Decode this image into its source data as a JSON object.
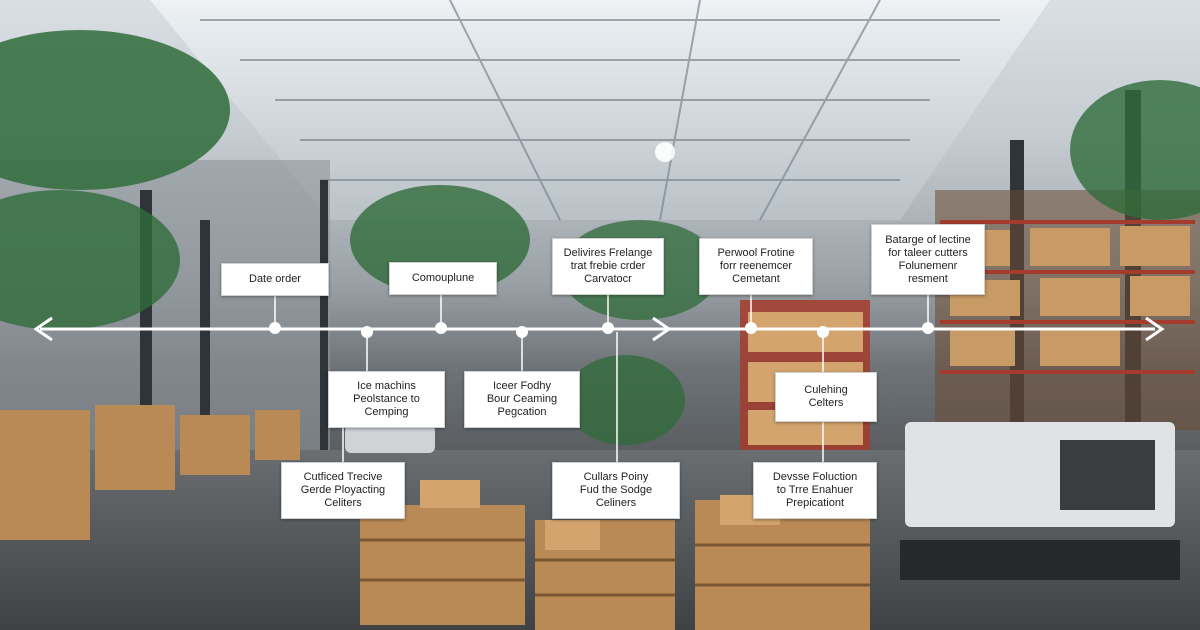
{
  "timeline": {
    "events": [
      {
        "id": "e1",
        "lines": [
          "Date order"
        ]
      },
      {
        "id": "e2",
        "lines": [
          "Ice machins",
          "Peolstance to",
          "Cemping"
        ]
      },
      {
        "id": "e3",
        "lines": [
          "Cutficed Trecive",
          "Gerde Ployacting",
          "Celiters"
        ]
      },
      {
        "id": "e4",
        "lines": [
          "Comouplune"
        ]
      },
      {
        "id": "e5",
        "lines": [
          "Iceer Fodhy",
          "Bour Ceaming",
          "Pegcation"
        ]
      },
      {
        "id": "e6",
        "lines": [
          "Delivires Frelange",
          "trat frebie crder",
          "Carvatocr"
        ]
      },
      {
        "id": "e7",
        "lines": [
          "Cullars Poiny",
          "Fud the Sodge",
          "Celiners"
        ]
      },
      {
        "id": "e8",
        "lines": [
          "Perwool Frotine",
          "forr reenemcer",
          "Cemetant"
        ]
      },
      {
        "id": "e9",
        "lines": [
          "Culehing",
          "Celters"
        ]
      },
      {
        "id": "e10",
        "lines": [
          "Devsse Foluction",
          "to Trre Enahuer",
          "Prepicationt"
        ]
      },
      {
        "id": "e11",
        "lines": [
          "Batarge of lectine",
          "for taleer cutters",
          "Folunemenr",
          "resment"
        ]
      }
    ]
  }
}
